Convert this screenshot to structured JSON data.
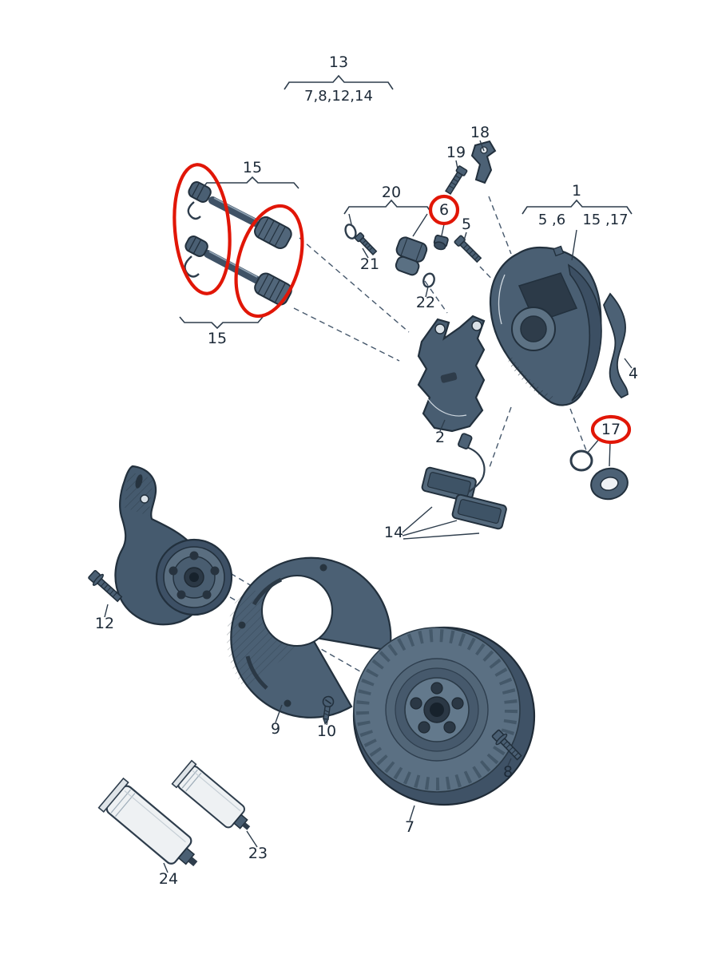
{
  "figure": {
    "background": "#ffffff",
    "line_color": "#1d2a38",
    "part_fill": "#4a5f73",
    "highlight_color": "#e11607",
    "callouts": {
      "g13": {
        "label": "13"
      },
      "g13sub": {
        "label": "7,8,12,14"
      },
      "p15a": {
        "label": "15"
      },
      "p15b": {
        "label": "15"
      },
      "p18": {
        "label": "18"
      },
      "p19": {
        "label": "19"
      },
      "p20": {
        "label": "20"
      },
      "p21": {
        "label": "21"
      },
      "p22": {
        "label": "22"
      },
      "p6": {
        "label": "6",
        "highlighted": true
      },
      "p5": {
        "label": "5"
      },
      "g1": {
        "label": "1"
      },
      "g1a": {
        "label": "5 ,6"
      },
      "g1b": {
        "label": "15 ,17"
      },
      "p4": {
        "label": "4"
      },
      "p2": {
        "label": "2"
      },
      "p17": {
        "label": "17",
        "highlighted": true
      },
      "p14": {
        "label": "14"
      },
      "p12": {
        "label": "12"
      },
      "p9": {
        "label": "9"
      },
      "p10": {
        "label": "10"
      },
      "p7": {
        "label": "7"
      },
      "p8": {
        "label": "8"
      },
      "p23": {
        "label": "23"
      },
      "p24": {
        "label": "24"
      }
    }
  }
}
